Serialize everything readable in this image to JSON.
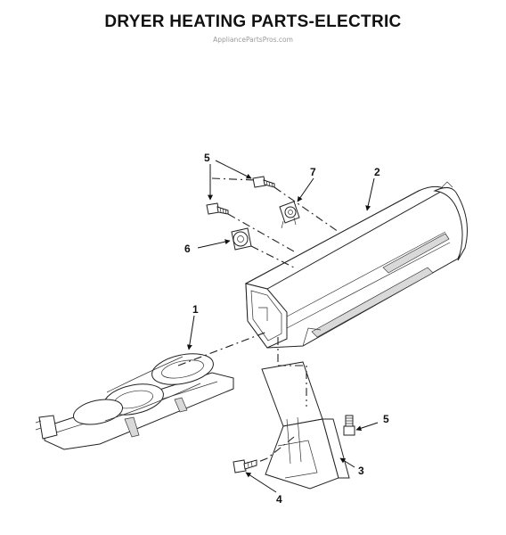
{
  "title": "DRYER HEATING PARTS-ELECTRIC",
  "watermark": "AppliancePartsPros.com",
  "callouts": {
    "c1": "1",
    "c2": "2",
    "c3": "3",
    "c4": "4",
    "c5a": "5",
    "c5b": "5",
    "c6": "6",
    "c7": "7"
  }
}
